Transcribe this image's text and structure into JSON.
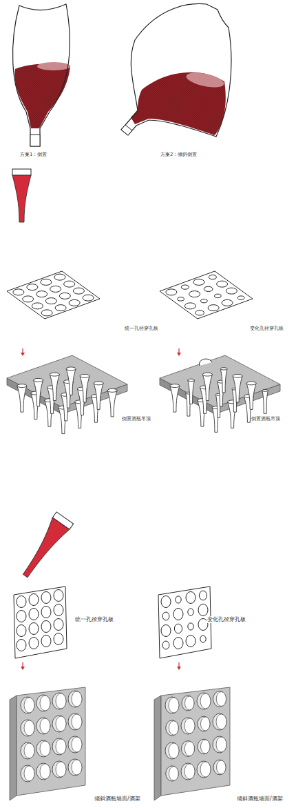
{
  "diagram": {
    "labels": [
      "方案1：倒置",
      "方案2：倾斜倒置",
      "统一孔径穿孔板",
      "变化孔径穿孔板",
      "倒置酒瓶吊顶",
      "倒置酒瓶吊顶",
      "统一孔径穿孔板",
      "变化孔径穿孔板",
      "倾斜酒瓶墙面/酒架",
      "倾斜酒瓶墙面/酒架"
    ]
  }
}
